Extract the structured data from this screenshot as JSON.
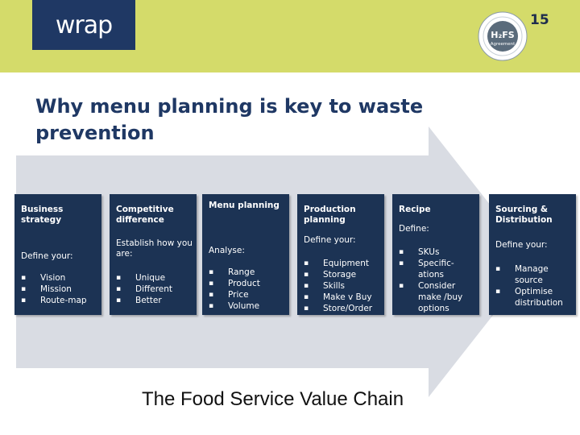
{
  "header": {
    "logo_text": "wrap",
    "page_number": "15",
    "badge": {
      "text": "H₂FS",
      "subtext": "Agreement"
    }
  },
  "title": "Why menu planning is key to waste prevention",
  "chain": [
    {
      "title": "Business strategy",
      "subtitle": "Define your:",
      "items": [
        "Vision",
        "Mission",
        "Route-map"
      ]
    },
    {
      "title": "Competitive difference",
      "subtitle": "Establish how you are:",
      "items": [
        "Unique",
        "Different",
        "Better"
      ]
    },
    {
      "title": "Menu planning",
      "subtitle": "Analyse:",
      "items": [
        "Range",
        "Product",
        "Price",
        "Volume"
      ]
    },
    {
      "title": "Production planning",
      "subtitle": "Define your:",
      "items": [
        "Equipment",
        "Storage",
        "Skills",
        "Make v Buy",
        "Store/Order"
      ]
    },
    {
      "title": "Recipe",
      "subtitle": "Define:",
      "items": [
        "SKUs",
        "Specific-ations",
        "Consider make /buy options"
      ]
    },
    {
      "title": "Sourcing & Distribution",
      "subtitle": "Define your:",
      "items": [
        "Manage source",
        "Optimise distribution"
      ]
    }
  ],
  "footer": "The Food Service Value Chain",
  "colors": {
    "header_band": "#d4db6a",
    "logo_bg": "#1f3864",
    "card_bg": "#1c3354",
    "arrow": "#d9dce3",
    "title": "#1f3864"
  }
}
